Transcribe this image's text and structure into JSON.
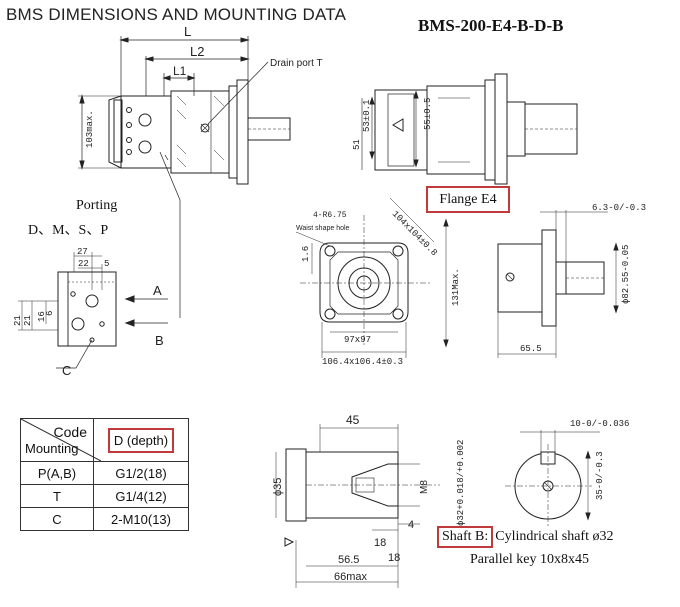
{
  "title": "BMS DIMENSIONS AND MOUNTING DATA",
  "model_code": "BMS-200-E4-B-D-B",
  "side_view": {
    "dim_L": "L",
    "dim_L2": "L2",
    "dim_L1": "L1",
    "drain_port": "Drain port T",
    "height": "103max."
  },
  "top_view": {
    "dim_53": "53±0.1",
    "dim_55": "55±0.5",
    "dim_51": "51"
  },
  "porting": {
    "title": "Porting",
    "codes": "D、M、S、P",
    "dim_27": "27",
    "dim_22": "22",
    "dim_5a": "5",
    "dim_21a": "21",
    "dim_21b": "21",
    "dim_16": "16",
    "dim_6": "6",
    "port_A": "A",
    "port_B": "B",
    "port_C": "C"
  },
  "flange": {
    "label": "Flange  E4",
    "hole": "4-R6.75",
    "waist": "Waist shape hole",
    "diag": "104x104±0.8",
    "dim_97": "97x97",
    "dim_106": "106.4x106.4±0.3",
    "dim_16": "1.6",
    "dim_131": "131Max."
  },
  "flange_side": {
    "dim_63": "6.3-0/-0.3",
    "dim_82": "ϕ82.55-0.05",
    "dim_65": "65.5"
  },
  "shaft": {
    "dim_45": "45",
    "dim_35": "ϕ35",
    "dim_m8": "M8",
    "dim_32": "ϕ32+0.018/+0.002",
    "dim_18a": "18",
    "dim_4": "4",
    "dim_18b": "18",
    "dim_565": "56.5",
    "dim_66": "66max",
    "key_width": "10-0/-0.036",
    "key_depth": "35-0/-0.3"
  },
  "shaft_label": {
    "tag": "Shaft B:",
    "text": "Cylindrical shaft ø32",
    "line2": "Parallel key 10x8x45"
  },
  "code_table": {
    "header_code": "Code",
    "header_mounting": "Mounting",
    "header_depth": "D (depth)",
    "rows": [
      {
        "mounting": "P(A,B)",
        "value": "G1/2(18)"
      },
      {
        "mounting": "T",
        "value": "G1/4(12)"
      },
      {
        "mounting": "C",
        "value": "2-M10(13)"
      }
    ]
  },
  "colors": {
    "highlight": "#c0393b",
    "line": "#222222"
  }
}
